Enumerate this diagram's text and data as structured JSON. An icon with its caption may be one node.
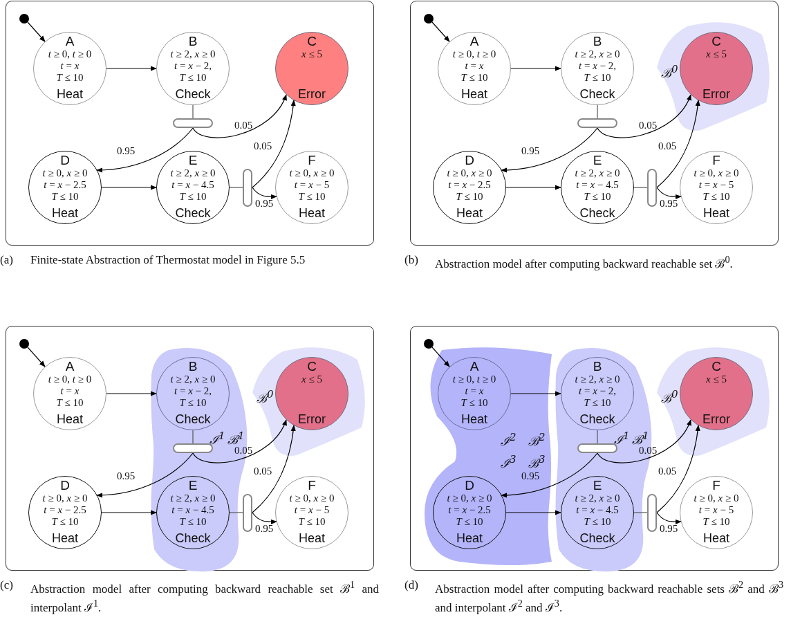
{
  "diagram": {
    "nodes": [
      {
        "text": [],
        "shape": "box"
      },
      {
        "text": [],
        "shape": "circle",
        "in": 0
      },
      {
        "text": [
          "A",
          "*t* ≥ 0, *t* ≥ 0",
          "*t* = *x*",
          "*T* ≤ 10",
          "Heat"
        ],
        "in": 0
      },
      {
        "text": [
          "B",
          "*t* ≥ 2, *x* ≥ 0",
          "*t* = *x* − 2,",
          "*T* ≤ 10",
          "Check"
        ],
        "in": 0
      },
      {
        "text": [
          "C",
          "*x* ≤ 5",
          "Error"
        ],
        "in": 0
      },
      {
        "text": [
          "D",
          "*t* ≥ 0, *x* ≥ 0",
          "*t* = *x* − 2.5",
          "*T* ≤ 10",
          "Heat"
        ],
        "in": 0
      },
      {
        "text": [
          "E",
          "*t* ≥ 2, *x* ≥ 0",
          "*t* = *x* − 4.5",
          "*T* ≤ 10",
          "Check"
        ],
        "in": 0
      },
      {
        "text": [
          "F",
          "*t* ≥ 0, *x* ≥ 0",
          "*t* = *x* − 5",
          "*T* ≤ 10",
          "Heat"
        ],
        "in": 0
      },
      {
        "text": [],
        "shape": "bar",
        "in": 0
      },
      {
        "text": [],
        "shape": "bar",
        "in": 0
      },
      {
        "text": [],
        "shape": "box"
      },
      {
        "text": [],
        "shape": "circle",
        "in": 10
      },
      {
        "text": [
          "ℬ$^{0}$"
        ],
        "in": 10
      },
      {
        "text": [
          "A",
          "*t* ≥ 0, *t* ≥ 0",
          "*t* = *x*",
          "*T* ≤ 10",
          "Heat"
        ],
        "in": 10
      },
      {
        "text": [
          "B",
          "*t* ≥ 2, *x* ≥ 0",
          "*t* = *x* − 2,",
          "*T* ≤ 10",
          "Check"
        ],
        "in": 10
      },
      {
        "text": [
          "C",
          "*x* ≤ 5",
          "Error"
        ],
        "in": 12
      },
      {
        "text": [
          "D",
          "*t* ≥ 0, *x* ≥ 0",
          "*t* = *x* − 2.5",
          "*T* ≤ 10",
          "Heat"
        ],
        "in": 10
      },
      {
        "text": [
          "E",
          "*t* ≥ 2, *x* ≥ 0",
          "*t* = *x* − 4.5",
          "*T* ≤ 10",
          "Check"
        ],
        "in": 10
      },
      {
        "text": [
          "F",
          "*t* ≥ 0, *x* ≥ 0",
          "*t* = *x* − 5",
          "*T* ≤ 10",
          "Heat"
        ],
        "in": 10
      },
      {
        "text": [],
        "shape": "bar",
        "in": 10
      },
      {
        "text": [],
        "shape": "bar",
        "in": 10
      },
      {
        "text": [],
        "shape": "box"
      },
      {
        "text": [],
        "shape": "circle",
        "in": 21
      },
      {
        "text": [
          "ℐ$^{1}$",
          "ℬ$^{1}$"
        ],
        "in": 21
      },
      {
        "text": [
          "ℬ$^{0}$"
        ],
        "in": 21
      },
      {
        "text": [
          "A",
          "*t* ≥ 0, *t* ≥ 0",
          "*t* = *x*",
          "*T* ≤ 10",
          "Heat"
        ],
        "in": 21
      },
      {
        "text": [
          "B",
          "*t* ≥ 2, *x* ≥ 0",
          "*t* = *x* − 2,",
          "*T* ≤ 10",
          "Check"
        ],
        "in": 23
      },
      {
        "text": [
          "C",
          "*x* ≤ 5",
          "Error"
        ],
        "in": 24
      },
      {
        "text": [
          "D",
          "*t* ≥ 0, *x* ≥ 0",
          "*t* = *x* − 2.5",
          "*T* ≤ 10",
          "Heat"
        ],
        "in": 21
      },
      {
        "text": [
          "E",
          "*t* ≥ 2, *x* ≥ 0",
          "*t* = *x* − 4.5",
          "*T* ≤ 10",
          "Check"
        ],
        "in": 23
      },
      {
        "text": [
          "F",
          "*t* ≥ 0, *x* ≥ 0",
          "*t* = *x* − 5",
          "*T* ≤ 10",
          "Heat"
        ],
        "in": 21
      },
      {
        "text": [],
        "shape": "bar",
        "in": 23
      },
      {
        "text": [],
        "shape": "bar",
        "in": 21
      },
      {
        "text": [],
        "shape": "box"
      },
      {
        "text": [],
        "shape": "circle",
        "in": 33
      },
      {
        "text": [
          "ℐ$^{2}$",
          "ℬ$^{2}$",
          "ℐ$^{3}$",
          "ℬ$^{3}$"
        ],
        "in": 33
      },
      {
        "text": [
          "ℐ$^{1}$",
          "ℬ$^{1}$"
        ],
        "in": 33
      },
      {
        "text": [
          "ℬ$^{0}$"
        ],
        "in": 33
      },
      {
        "text": [
          "A",
          "*t* ≥ 0, *t* ≥ 0",
          "*t* = *x*",
          "*T* ≤ 10",
          "Heat"
        ],
        "in": 35
      },
      {
        "text": [
          "B",
          "*t* ≥ 2, *x* ≥ 0",
          "*t* = *x* − 2,",
          "*T* ≤ 10",
          "Check"
        ],
        "in": 36
      },
      {
        "text": [
          "C",
          "*x* ≤ 5",
          "Error"
        ],
        "in": 37
      },
      {
        "text": [
          "D",
          "*t* ≥ 0, *x* ≥ 0",
          "*t* = *x* − 2.5",
          "*T* ≤ 10",
          "Heat"
        ],
        "in": 35
      },
      {
        "text": [
          "E",
          "*t* ≥ 2, *x* ≥ 0",
          "*t* = *x* − 4.5",
          "*T* ≤ 10",
          "Check"
        ],
        "in": 36
      },
      {
        "text": [
          "F",
          "*t* ≥ 0, *x* ≥ 0",
          "*t* = *x* − 5",
          "*T* ≤ 10",
          "Heat"
        ],
        "in": 33
      },
      {
        "text": [],
        "shape": "bar",
        "in": 36
      },
      {
        "text": [],
        "shape": "bar",
        "in": 33
      }
    ],
    "edges": [
      {
        "from": 1,
        "to": 2,
        "arrow": "to"
      },
      {
        "from": 2,
        "to": 3,
        "arrow": "to"
      },
      {
        "from": 3,
        "to": 8,
        "arrow": "none"
      },
      {
        "from": 8,
        "to": 4,
        "arrow": "to",
        "label": "0.05"
      },
      {
        "from": 8,
        "to": 5,
        "arrow": "to",
        "label": "0.95"
      },
      {
        "from": 5,
        "to": 6,
        "arrow": "to"
      },
      {
        "from": 6,
        "to": 9,
        "arrow": "none"
      },
      {
        "from": 9,
        "to": 4,
        "arrow": "to",
        "label": "0.05"
      },
      {
        "from": 9,
        "to": 7,
        "arrow": "to",
        "label": "0.95"
      },
      {
        "from": 11,
        "to": 13,
        "arrow": "to"
      },
      {
        "from": 13,
        "to": 14,
        "arrow": "to"
      },
      {
        "from": 14,
        "to": 19,
        "arrow": "none"
      },
      {
        "from": 19,
        "to": 15,
        "arrow": "to",
        "label": "0.05"
      },
      {
        "from": 19,
        "to": 16,
        "arrow": "to",
        "label": "0.95"
      },
      {
        "from": 16,
        "to": 17,
        "arrow": "to"
      },
      {
        "from": 17,
        "to": 20,
        "arrow": "none"
      },
      {
        "from": 20,
        "to": 15,
        "arrow": "to",
        "label": "0.05"
      },
      {
        "from": 20,
        "to": 18,
        "arrow": "to",
        "label": "0.95"
      },
      {
        "from": 22,
        "to": 25,
        "arrow": "to"
      },
      {
        "from": 25,
        "to": 26,
        "arrow": "to"
      },
      {
        "from": 26,
        "to": 31,
        "arrow": "none"
      },
      {
        "from": 31,
        "to": 27,
        "arrow": "to",
        "label": "0.05"
      },
      {
        "from": 31,
        "to": 28,
        "arrow": "to",
        "label": "0.95"
      },
      {
        "from": 28,
        "to": 29,
        "arrow": "to"
      },
      {
        "from": 29,
        "to": 32,
        "arrow": "none"
      },
      {
        "from": 32,
        "to": 27,
        "arrow": "to",
        "label": "0.05"
      },
      {
        "from": 32,
        "to": 30,
        "arrow": "to",
        "label": "0.95"
      },
      {
        "from": 34,
        "to": 38,
        "arrow": "to"
      },
      {
        "from": 38,
        "to": 39,
        "arrow": "to"
      },
      {
        "from": 39,
        "to": 44,
        "arrow": "none"
      },
      {
        "from": 44,
        "to": 40,
        "arrow": "to",
        "label": "0.05"
      },
      {
        "from": 44,
        "to": 41,
        "arrow": "to",
        "label": "0.95"
      },
      {
        "from": 41,
        "to": 42,
        "arrow": "to"
      },
      {
        "from": 42,
        "to": 45,
        "arrow": "none"
      },
      {
        "from": 45,
        "to": 40,
        "arrow": "to",
        "label": "0.05"
      },
      {
        "from": 45,
        "to": 43,
        "arrow": "to",
        "label": "0.95"
      }
    ],
    "labels": [
      "(a)",
      "Finite-state Abstraction of Thermostat model in Figure 5.5",
      "(b)",
      "Abstraction model after computing backward reachable set ℬ$^{0}$.",
      "(c)",
      "Abstraction model after computing backward reachable set ℬ$^{1}$ and interpolant ℐ$^{1}$.",
      "(d)",
      "Abstraction model after computing backward reachable sets ℬ$^{2}$ and ℬ$^{3}$ and interpolant ℐ$^{2}$ and ℐ$^{3}$."
    ]
  }
}
